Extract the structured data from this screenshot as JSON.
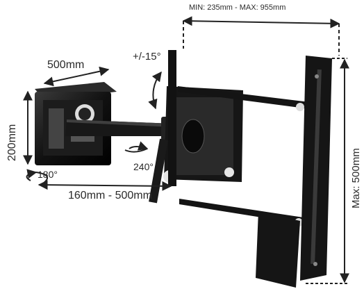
{
  "labels": {
    "min_max": "MIN: 235mm - MAX: 955mm",
    "swivel": "+/-15°",
    "arm_depth": "500mm",
    "wall_height": "200mm",
    "rot_180": "180°",
    "rot_240": "240°",
    "extension": "160mm - 500mm",
    "max_vertical": "Max: 500mm"
  },
  "colors": {
    "metal": "#141414",
    "metal_highlight": "#3a3a3a",
    "dimension_line": "#222222",
    "background": "#ffffff"
  }
}
